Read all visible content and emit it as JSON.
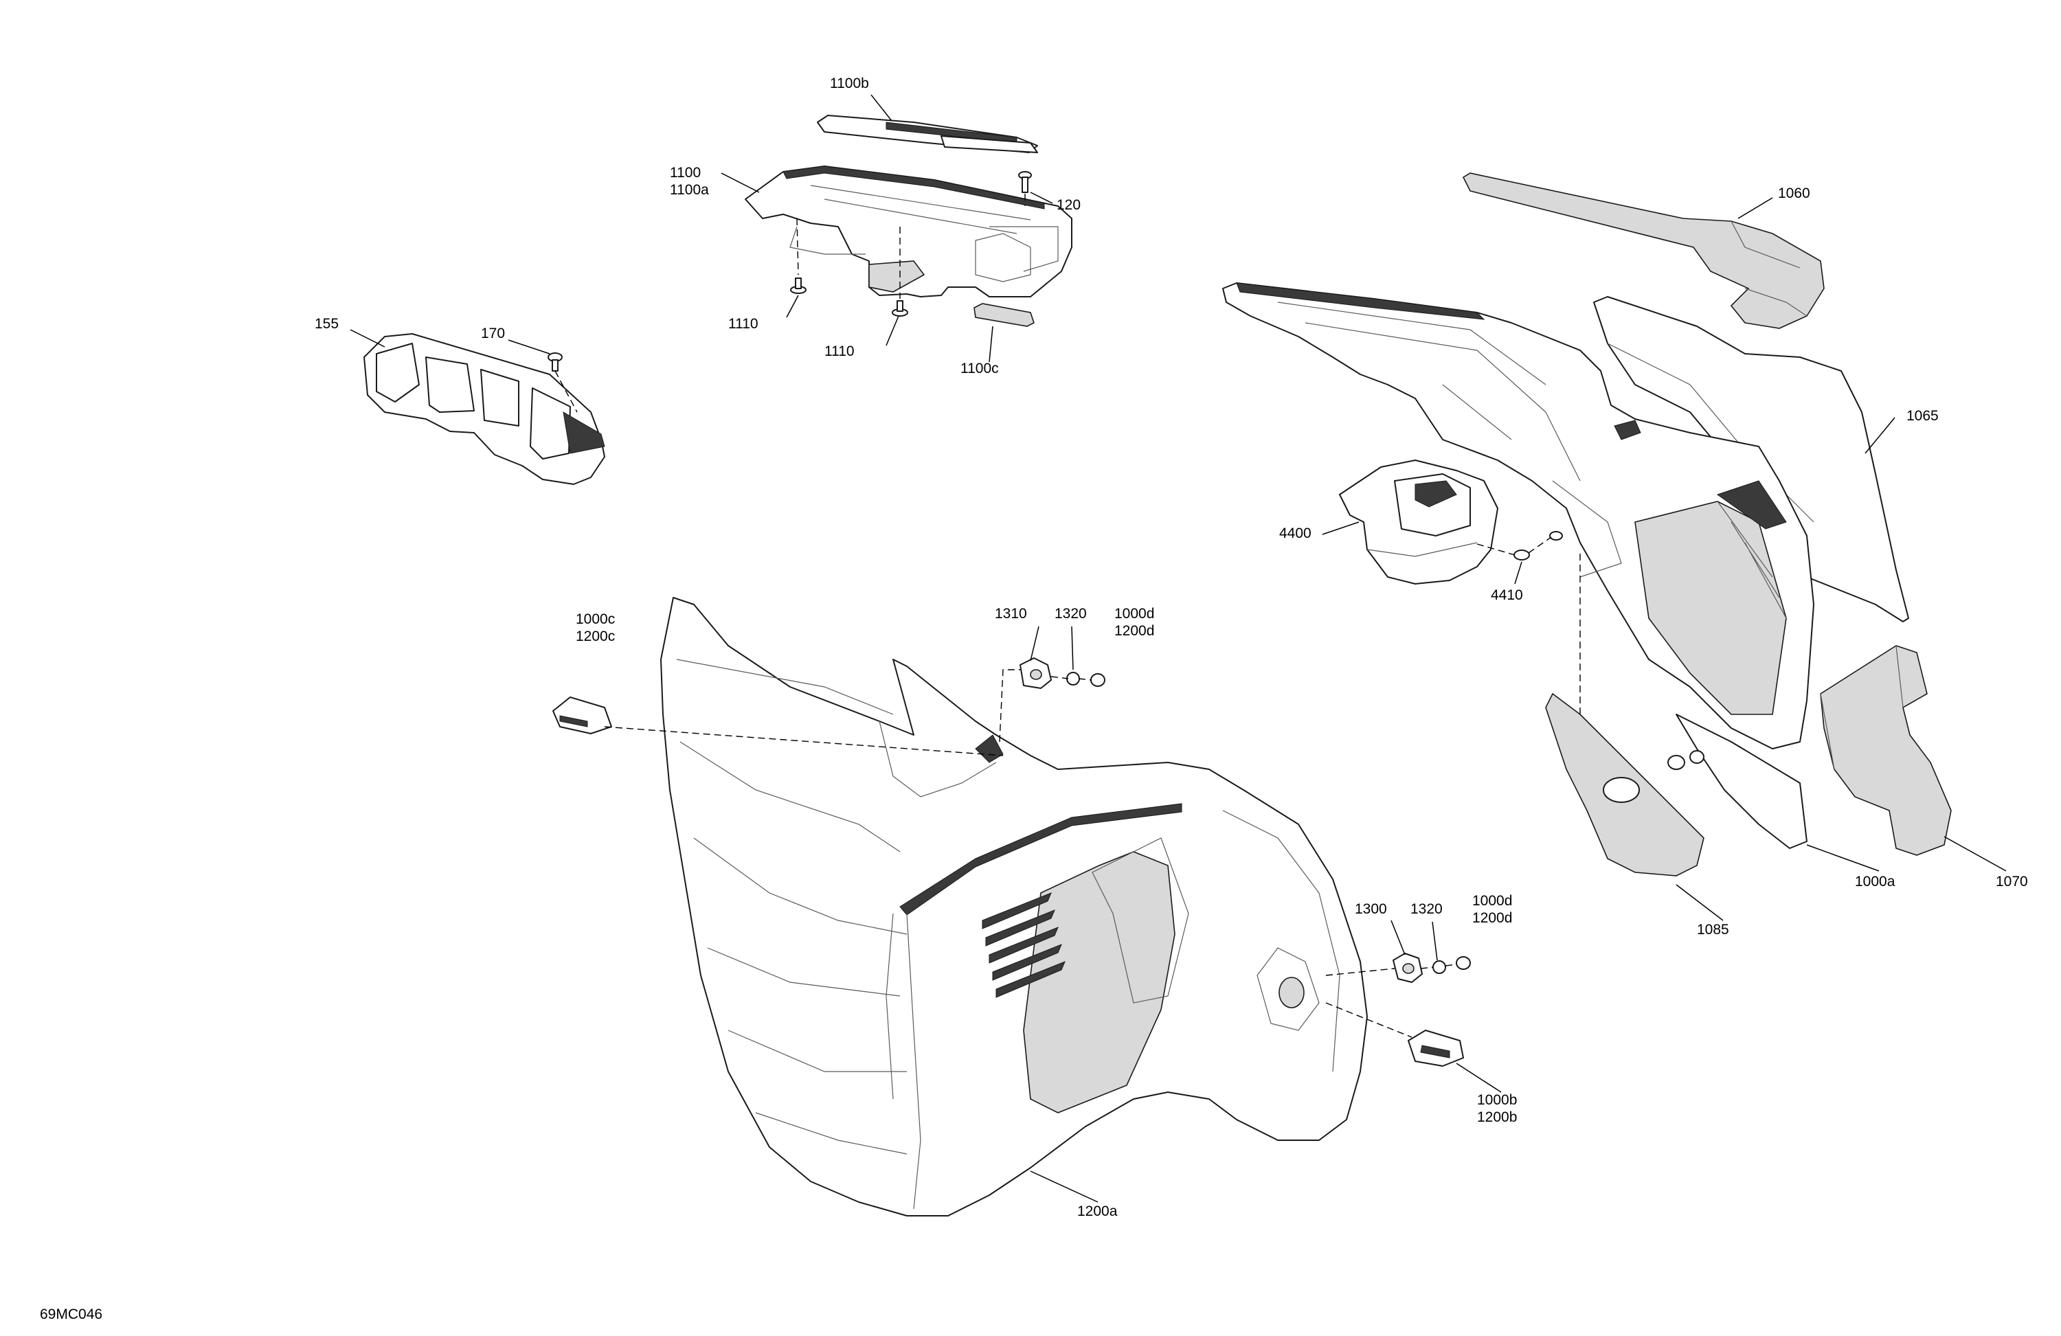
{
  "drawing_code": "69MC046",
  "callouts": {
    "p1100b": "1100b",
    "p1100": "1100",
    "p1100a": "1100a",
    "p120": "120",
    "p1110_left": "1110",
    "p1110_bottom": "1110",
    "p1100c": "1100c",
    "p155": "155",
    "p170": "170",
    "p1060": "1060",
    "p1065": "1065",
    "p4400": "4400",
    "p4410": "4410",
    "p1000c_1": "1000c",
    "p1200c_1": "1200c",
    "p1310": "1310",
    "p1320_top": "1320",
    "p1000d_top": "1000d",
    "p1200d_top": "1200d",
    "p1300": "1300",
    "p1320_bottom": "1320",
    "p1000d_bottom": "1000d",
    "p1200d_bottom": "1200d",
    "p1000b": "1000b",
    "p1200b": "1200b",
    "p1200a": "1200a",
    "p1085": "1085",
    "p1000a": "1000a",
    "p1070": "1070"
  }
}
